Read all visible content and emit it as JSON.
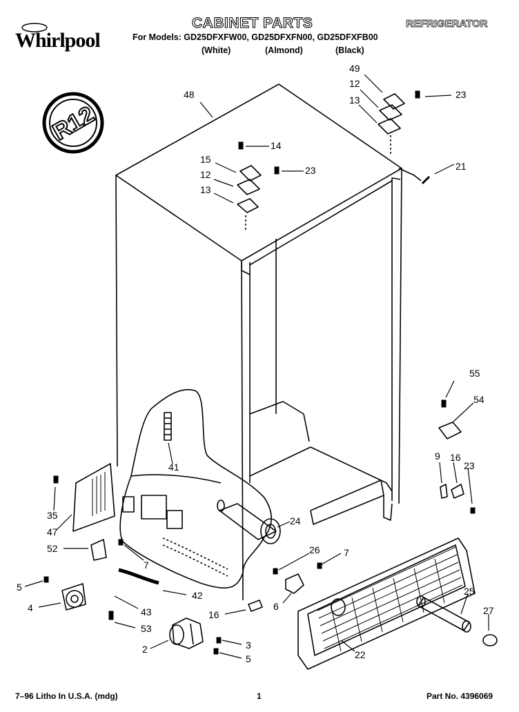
{
  "header": {
    "brand": "Whirlpool",
    "title": "CABINET PARTS",
    "category": "REFRIGERATOR",
    "models_line": "For Models: GD25DFXFW00, GD25DFXFN00, GD25DFXFB00",
    "colors": [
      "(White)",
      "(Almond)",
      "(Black)"
    ]
  },
  "badge": {
    "label": "R12"
  },
  "callouts": {
    "c48": "48",
    "c49": "49",
    "c12a": "12",
    "c13a": "13",
    "c23a": "23",
    "c14": "14",
    "c15": "15",
    "c12b": "12",
    "c13b": "13",
    "c23b": "23",
    "c21": "21",
    "c55": "55",
    "c54": "54",
    "c9": "9",
    "c16a": "16",
    "c23c": "23",
    "c41": "41",
    "c35": "35",
    "c47": "47",
    "c52": "52",
    "c7a": "7",
    "c24": "24",
    "c26": "26",
    "c7b": "7",
    "c5a": "5",
    "c4": "4",
    "c43": "43",
    "c42": "42",
    "c16b": "16",
    "c6": "6",
    "c25": "25",
    "c27": "27",
    "c53": "53",
    "c2": "2",
    "c3": "3",
    "c5b": "5",
    "c22": "22"
  },
  "footer": {
    "litho": "7–96 Litho In U.S.A. (mdg)",
    "page": "1",
    "part_no": "Part No. 4396069"
  }
}
